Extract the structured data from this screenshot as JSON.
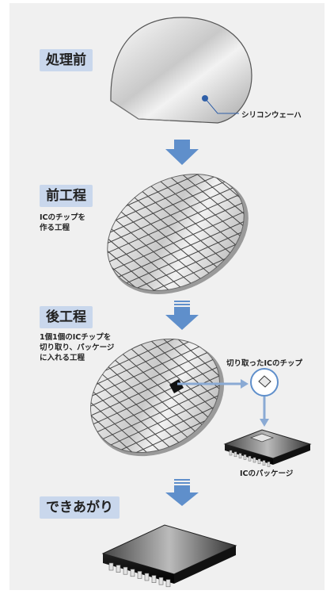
{
  "stages": [
    {
      "label": "処理前"
    },
    {
      "label": "前工程",
      "desc": [
        "ICのチップを",
        "作る工程"
      ]
    },
    {
      "label": "後工程",
      "desc": [
        "1個1個のICチップを",
        "切り取り、パッケージ",
        "に入れる工程"
      ]
    },
    {
      "label": "できあがり"
    }
  ],
  "annotations": {
    "wafer": "シリコンウェーハ",
    "cut_chip": "切り取ったICのチップ",
    "package": "ICのパッケージ"
  },
  "colors": {
    "arrow": "#5f8fcb",
    "label_bg": "#c9d7ec",
    "panel_bg": "#f0f0f0",
    "callout_dot": "#2f5fa8"
  },
  "icons": [
    "wafer-icon",
    "patterned-wafer-icon",
    "arrow-down-icon",
    "ic-package-icon"
  ]
}
